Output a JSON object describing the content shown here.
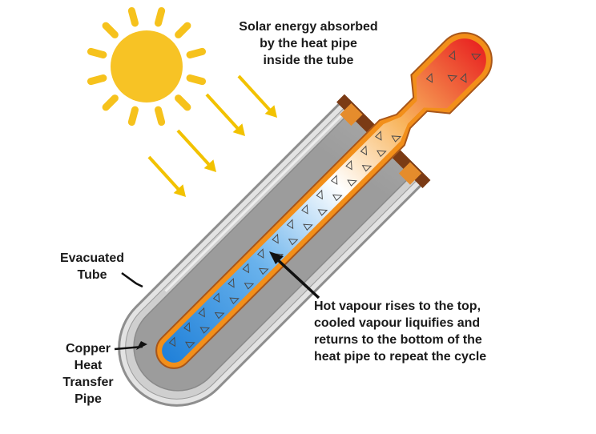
{
  "labels": {
    "solar": [
      "Solar energy absorbed",
      "by the heat pipe",
      "inside the tube"
    ],
    "evacuated_tube": [
      "Evacuated",
      "Tube"
    ],
    "copper_pipe": [
      "Copper",
      "Heat",
      "Transfer",
      "Pipe"
    ],
    "cycle": [
      "Hot vapour rises to the top,",
      "cooled vapour liquifies and",
      "returns to the bottom of the",
      "heat pipe to repeat the cycle"
    ]
  },
  "colors": {
    "sun": "#f7c325",
    "sun_rays": "#f6c21c",
    "arrows": "#f2c200",
    "tube_outer": "#c8c8c8",
    "tube_inner": "#a9a9a9",
    "fitting": "#e08a2a",
    "fitting_shadow": "#8a4a1c",
    "pipe_wall": "#f28f1a",
    "fluid_hot": "#e82020",
    "fluid_mid": "#ffffff",
    "fluid_cold": "#1e7fd8",
    "pointer": "#111111",
    "text": "#1a1a1a"
  },
  "icons": [
    "sun-icon",
    "sunlight-arrow-icon"
  ]
}
